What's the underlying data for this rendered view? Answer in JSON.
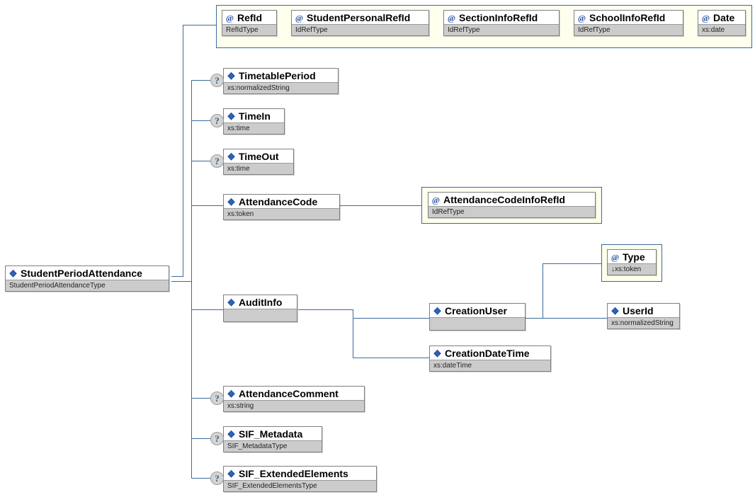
{
  "diagram": {
    "kind": "xml-schema-tree",
    "root": {
      "name": "StudentPeriodAttendance",
      "type": "StudentPeriodAttendanceType",
      "icon": "element-icon",
      "optional": false
    },
    "attributes_group": [
      {
        "name": "RefId",
        "type": "RefIdType",
        "icon": "attribute-icon"
      },
      {
        "name": "StudentPersonalRefId",
        "type": "IdRefType",
        "icon": "attribute-icon"
      },
      {
        "name": "SectionInfoRefId",
        "type": "IdRefType",
        "icon": "attribute-icon"
      },
      {
        "name": "SchoolInfoRefId",
        "type": "IdRefType",
        "icon": "attribute-icon"
      },
      {
        "name": "Date",
        "type": "xs:date",
        "icon": "attribute-icon"
      }
    ],
    "children": [
      {
        "name": "TimetablePeriod",
        "type": "xs:normalizedString",
        "icon": "element-icon",
        "optional": true
      },
      {
        "name": "TimeIn",
        "type": "xs:time",
        "icon": "element-icon",
        "optional": true
      },
      {
        "name": "TimeOut",
        "type": "xs:time",
        "icon": "element-icon",
        "optional": true
      },
      {
        "name": "AttendanceCode",
        "type": "xs:token",
        "icon": "element-icon",
        "optional": false
      },
      {
        "name": "AuditInfo",
        "type": "",
        "icon": "element-icon",
        "optional": false
      },
      {
        "name": "AttendanceComment",
        "type": "xs:string",
        "icon": "element-icon",
        "optional": true
      },
      {
        "name": "SIF_Metadata",
        "type": "SIF_MetadataType",
        "icon": "element-icon",
        "optional": true
      },
      {
        "name": "SIF_ExtendedElements",
        "type": "SIF_ExtendedElementsType",
        "icon": "element-icon",
        "optional": true
      }
    ],
    "attendance_code_attribute": {
      "name": "AttendanceCodeInfoRefId",
      "type": "IdRefType",
      "icon": "attribute-icon"
    },
    "audit_children": [
      {
        "name": "CreationUser",
        "type": "",
        "icon": "element-icon",
        "optional": false
      },
      {
        "name": "CreationDateTime",
        "type": "xs:dateTime",
        "icon": "element-icon",
        "optional": false
      }
    ],
    "creation_user_attribute": {
      "name": "Type",
      "type": "xs:token",
      "type_prefix": "↓",
      "icon": "attribute-icon"
    },
    "creation_user_child": {
      "name": "UserId",
      "type": "xs:normalizedString",
      "icon": "element-icon"
    },
    "markers": {
      "optional_symbol": "?"
    },
    "colors": {
      "connector": "#3b6a9c",
      "attr_panel_bg": "#ffffee",
      "node_border": "#808080",
      "typebar_bg": "#cccccc",
      "icon_blue": "#1f4e9c",
      "icon_yellow": "#f0c419",
      "marker_bg": "#d4d4d4",
      "marker_text": "#2f5d8f"
    }
  }
}
